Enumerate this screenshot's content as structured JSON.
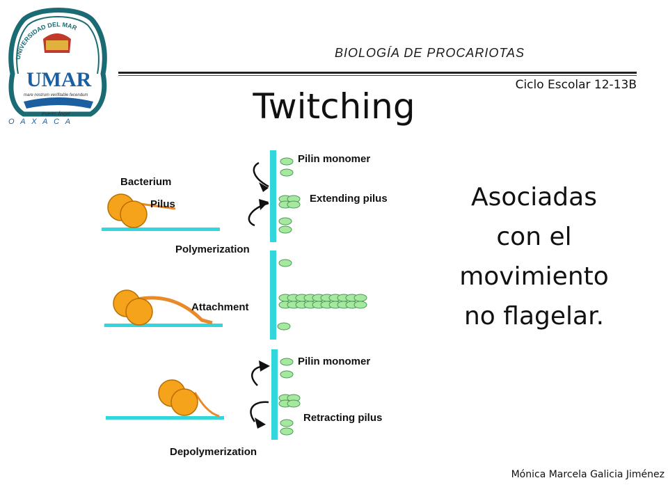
{
  "header": {
    "course": "BIOLOGÍA DE PROCARIOTAS",
    "school_cycle": "Ciclo Escolar 12-13B"
  },
  "slide": {
    "title": "Twitching",
    "description_lines": [
      "Asociadas",
      "con el",
      "movimiento",
      "no flagelar."
    ]
  },
  "footer": {
    "author": "Mónica Marcela Galicia Jiménez"
  },
  "logo": {
    "text_top": "UNIVERSIDAD DEL MAR",
    "initials": "UMAR",
    "motto": "mare nostrum verifitable fecendum",
    "place": "Puerto Ángel",
    "state": "O A X A C A",
    "icon": "university-seal-icon"
  },
  "diagram": {
    "labels": {
      "bacterium": "Bacterium",
      "pilus": "Pilus",
      "pilin_monomer_1": "Pilin monomer",
      "extending_pilus": "Extending pilus",
      "polymerization": "Polymerization",
      "attachment": "Attachment",
      "pilin_monomer_2": "Pilin monomer",
      "retracting_pilus": "Retracting pilus",
      "depolymerization": "Depolymerization"
    },
    "colors": {
      "membrane": "#33d6dc",
      "monomer": "#a7e8a0",
      "monomer_stroke": "#4a9a55",
      "cell": "#f5a31a",
      "pilus": "#e8892a"
    }
  }
}
